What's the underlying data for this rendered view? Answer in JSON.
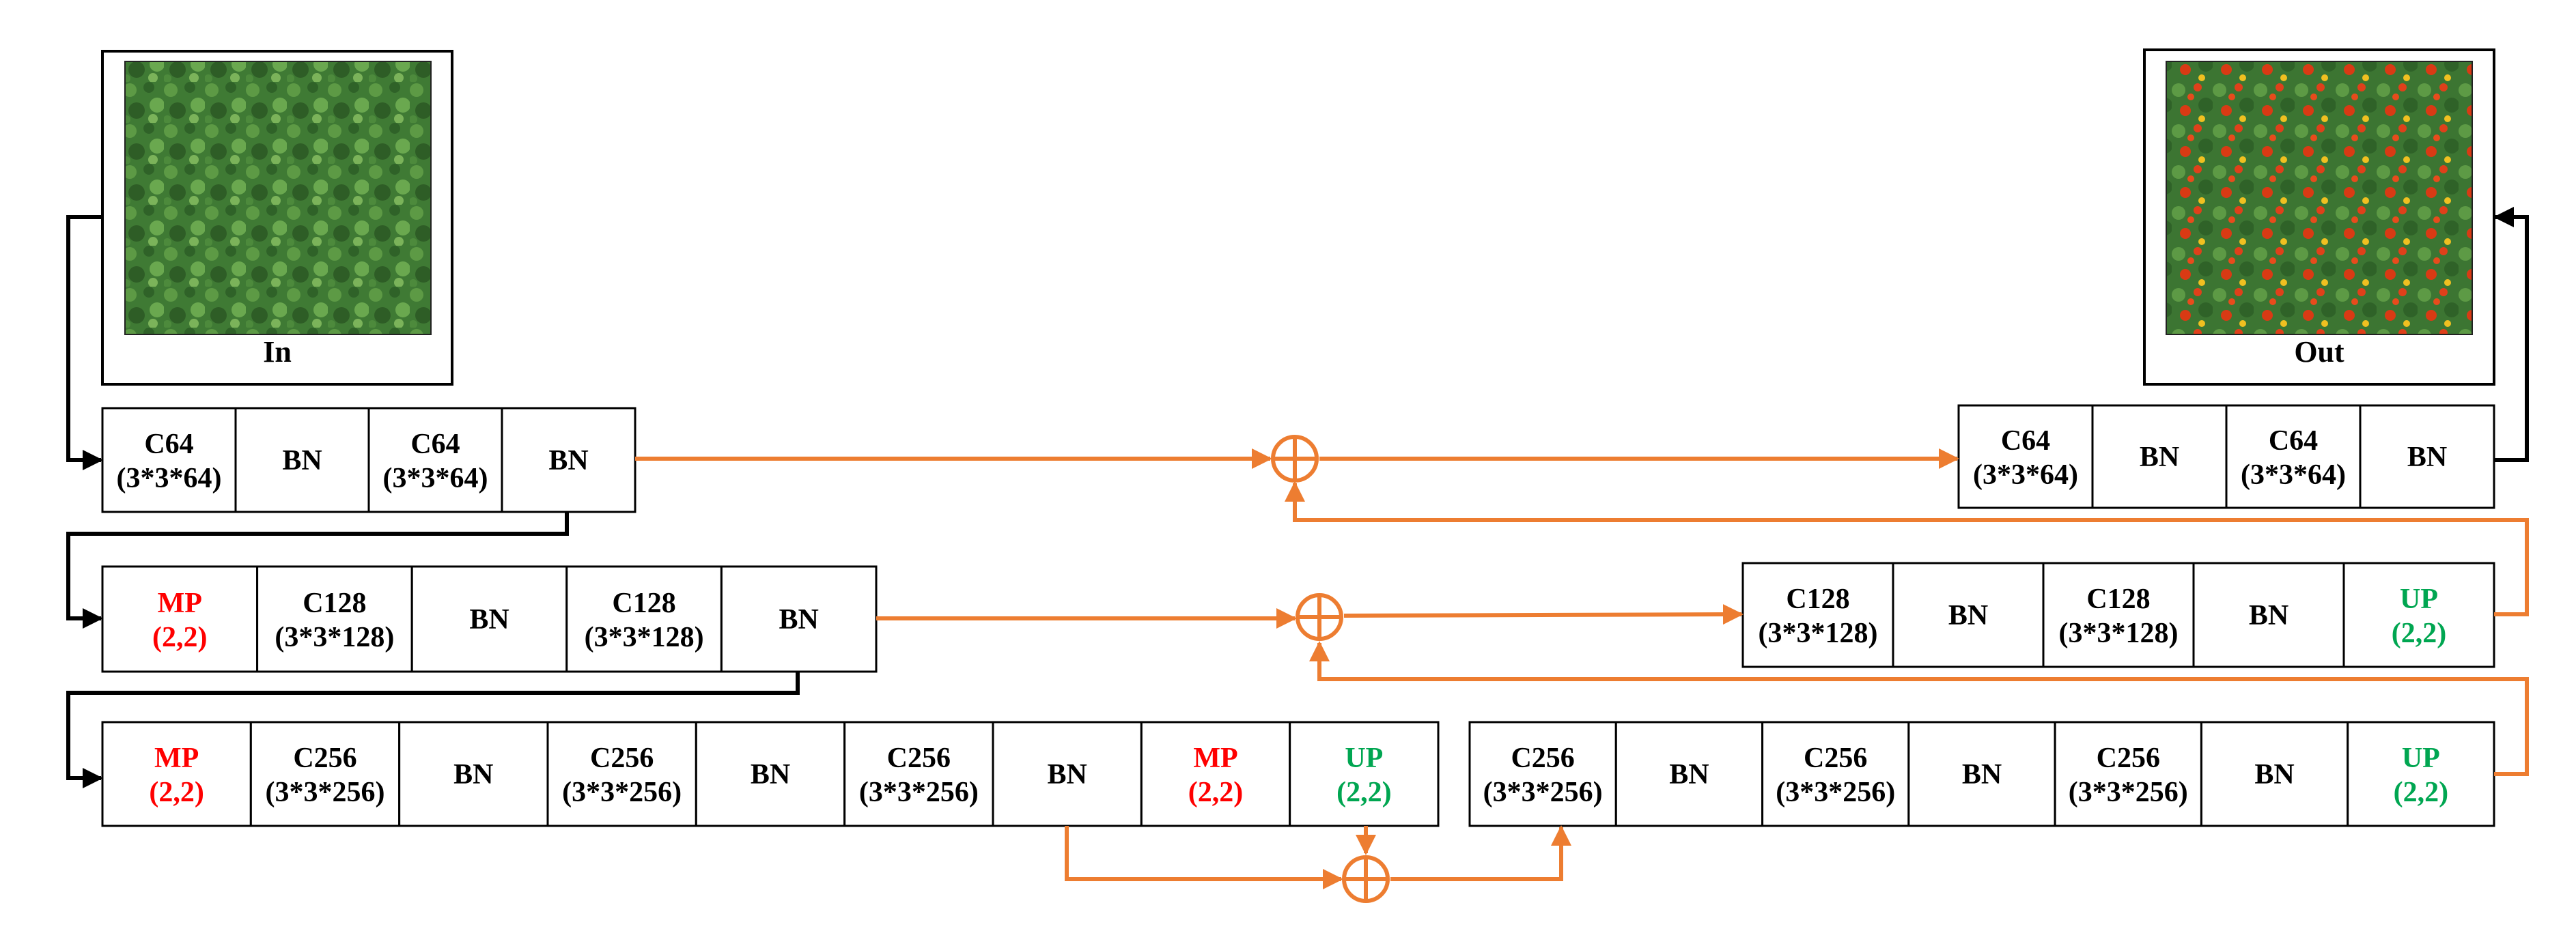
{
  "input_panel": {
    "caption": "In",
    "image_desc": "aerial forest photo"
  },
  "output_panel": {
    "caption": "Out",
    "image_desc": "aerial forest photo with red/yellow segmentation"
  },
  "colors": {
    "black": "#000000",
    "red": "#ff0000",
    "green": "#00a651",
    "orange": "#ed7d31",
    "border": "#000000"
  },
  "encoder": {
    "row1": [
      {
        "l1": "C64",
        "l2": "(3*3*64)",
        "color": "black"
      },
      {
        "l1": "BN",
        "l2": "",
        "color": "black"
      },
      {
        "l1": "C64",
        "l2": "(3*3*64)",
        "color": "black"
      },
      {
        "l1": "BN",
        "l2": "",
        "color": "black"
      }
    ],
    "row2": [
      {
        "l1": "MP",
        "l2": "(2,2)",
        "color": "red"
      },
      {
        "l1": "C128",
        "l2": "(3*3*128)",
        "color": "black"
      },
      {
        "l1": "BN",
        "l2": "",
        "color": "black"
      },
      {
        "l1": "C128",
        "l2": "(3*3*128)",
        "color": "black"
      },
      {
        "l1": "BN",
        "l2": "",
        "color": "black"
      }
    ],
    "row3": [
      {
        "l1": "MP",
        "l2": "(2,2)",
        "color": "red"
      },
      {
        "l1": "C256",
        "l2": "(3*3*256)",
        "color": "black"
      },
      {
        "l1": "BN",
        "l2": "",
        "color": "black"
      },
      {
        "l1": "C256",
        "l2": "(3*3*256)",
        "color": "black"
      },
      {
        "l1": "BN",
        "l2": "",
        "color": "black"
      },
      {
        "l1": "C256",
        "l2": "(3*3*256)",
        "color": "black"
      },
      {
        "l1": "BN",
        "l2": "",
        "color": "black"
      },
      {
        "l1": "MP",
        "l2": "(2,2)",
        "color": "red"
      },
      {
        "l1": "UP",
        "l2": "(2,2)",
        "color": "green"
      }
    ]
  },
  "decoder": {
    "row1": [
      {
        "l1": "C64",
        "l2": "(3*3*64)",
        "color": "black"
      },
      {
        "l1": "BN",
        "l2": "",
        "color": "black"
      },
      {
        "l1": "C64",
        "l2": "(3*3*64)",
        "color": "black"
      },
      {
        "l1": "BN",
        "l2": "",
        "color": "black"
      }
    ],
    "row2": [
      {
        "l1": "C128",
        "l2": "(3*3*128)",
        "color": "black"
      },
      {
        "l1": "BN",
        "l2": "",
        "color": "black"
      },
      {
        "l1": "C128",
        "l2": "(3*3*128)",
        "color": "black"
      },
      {
        "l1": "BN",
        "l2": "",
        "color": "black"
      },
      {
        "l1": "UP",
        "l2": "(2,2)",
        "color": "green"
      }
    ],
    "row3": [
      {
        "l1": "C256",
        "l2": "(3*3*256)",
        "color": "black"
      },
      {
        "l1": "BN",
        "l2": "",
        "color": "black"
      },
      {
        "l1": "C256",
        "l2": "(3*3*256)",
        "color": "black"
      },
      {
        "l1": "BN",
        "l2": "",
        "color": "black"
      },
      {
        "l1": "C256",
        "l2": "(3*3*256)",
        "color": "black"
      },
      {
        "l1": "BN",
        "l2": "",
        "color": "black"
      },
      {
        "l1": "UP",
        "l2": "(2,2)",
        "color": "green"
      }
    ]
  },
  "skip_symbol": "⊕"
}
